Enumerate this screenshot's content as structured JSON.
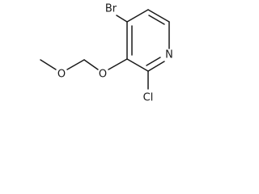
{
  "molecule": {
    "atoms": {
      "bromine": "Br",
      "nitrogen": "N",
      "chlorine": "Cl",
      "ring_oxygen": "O",
      "chain_oxygen": "O"
    }
  }
}
